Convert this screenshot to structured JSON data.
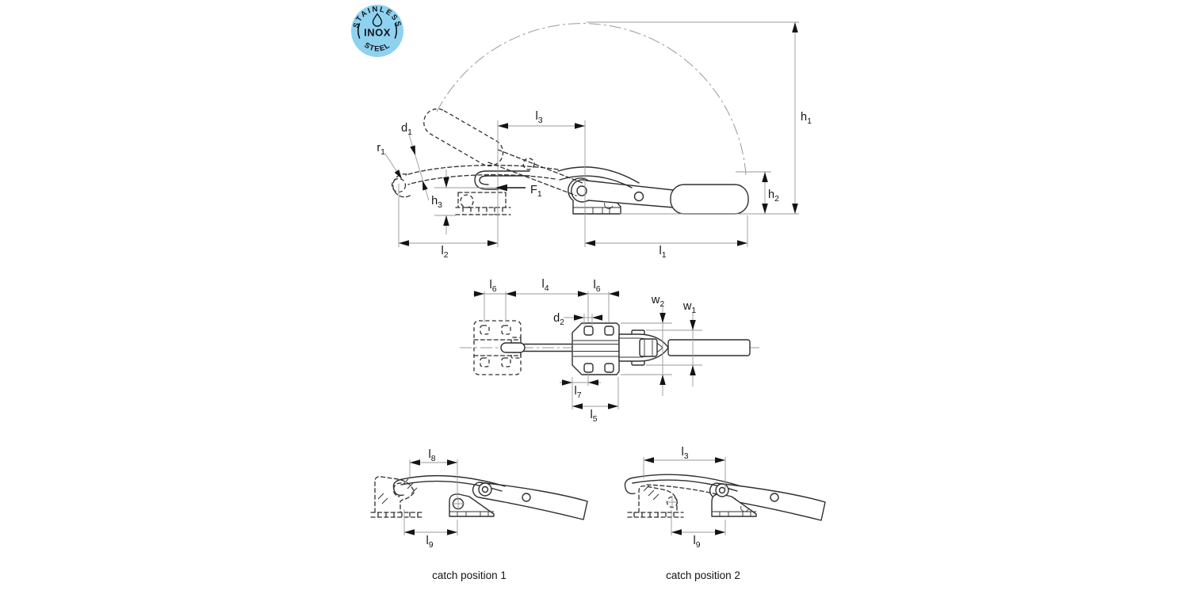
{
  "badge": {
    "arc_top": "STAINLESS",
    "center": "INOX",
    "arc_bottom": "STEEL",
    "bg": "#8ed2f0",
    "fg": "#101418"
  },
  "dims": {
    "h1": {
      "b": "h",
      "s": "1"
    },
    "h2": {
      "b": "h",
      "s": "2"
    },
    "h3": {
      "b": "h",
      "s": "3"
    },
    "d1": {
      "b": "d",
      "s": "1"
    },
    "d2": {
      "b": "d",
      "s": "2"
    },
    "r1": {
      "b": "r",
      "s": "1"
    },
    "F1": {
      "b": "F",
      "s": "1"
    },
    "l1": {
      "b": "l",
      "s": "1"
    },
    "l2": {
      "b": "l",
      "s": "2"
    },
    "l3": {
      "b": "l",
      "s": "3"
    },
    "l4": {
      "b": "l",
      "s": "4"
    },
    "l5": {
      "b": "l",
      "s": "5"
    },
    "l6": {
      "b": "l",
      "s": "6"
    },
    "l7": {
      "b": "l",
      "s": "7"
    },
    "l8": {
      "b": "l",
      "s": "8"
    },
    "l9": {
      "b": "l",
      "s": "9"
    },
    "w1": {
      "b": "w",
      "s": "1"
    },
    "w2": {
      "b": "w",
      "s": "2"
    }
  },
  "captions": {
    "catch1": "catch position 1",
    "catch2": "catch position 2"
  },
  "line_colors": {
    "object": "#2f2f2f",
    "dimension": "#9a9a9a",
    "arrow": "#141414"
  }
}
